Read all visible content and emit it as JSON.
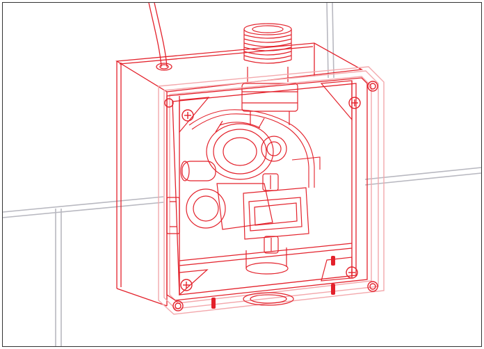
{
  "figure": {
    "subject": "wall-mounted-valve-box",
    "colors": {
      "background": "#ffffff",
      "frame_border": "#333333",
      "wall_lines": "#b8b8c0",
      "line_red": "#e3212b",
      "line_red_light": "#f3a8ac"
    },
    "parts": [
      "pipe-connection-thread",
      "solenoid-valve",
      "flow-regulator",
      "mounting-screws",
      "cover-frame",
      "electrical-cable"
    ]
  }
}
